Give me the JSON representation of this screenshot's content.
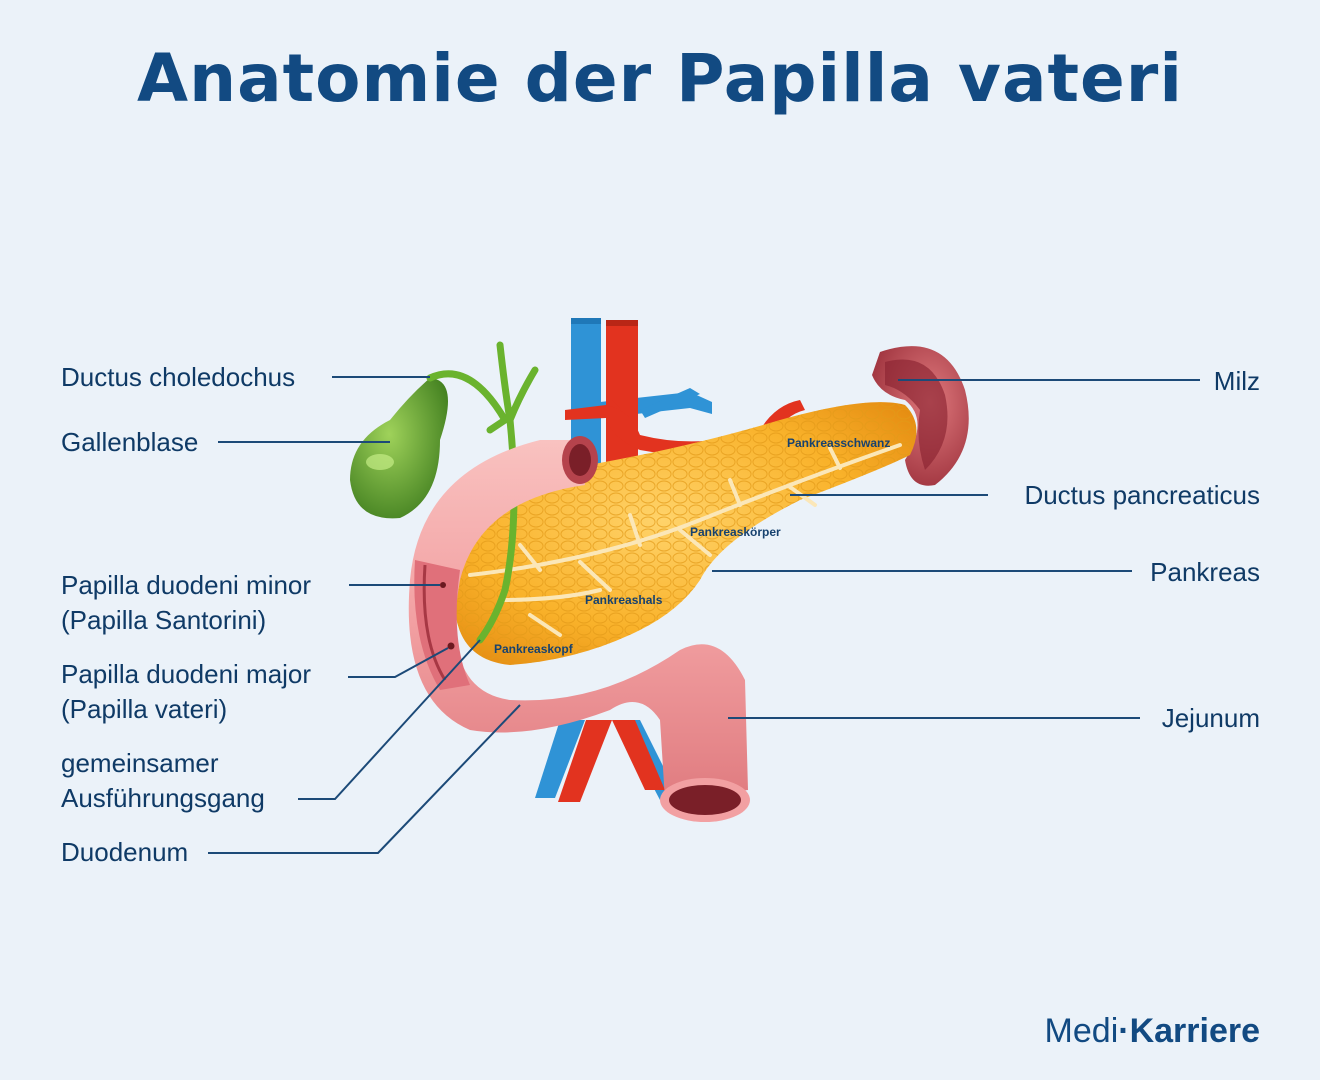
{
  "title": "Anatomie der Papilla vateri",
  "labels_left": {
    "ductus_choledochus": "Ductus choledochus",
    "gallenblase": "Gallenblase",
    "papilla_minor_line1": "Papilla duodeni minor",
    "papilla_minor_line2": "(Papilla Santorini)",
    "papilla_major_line1": "Papilla duodeni major",
    "papilla_major_line2": "(Papilla vateri)",
    "gemeinsamer_line1": "gemeinsamer",
    "gemeinsamer_line2": "Ausführungsgang",
    "duodenum": "Duodenum"
  },
  "labels_right": {
    "milz": "Milz",
    "ductus_pancreaticus": "Ductus pancreaticus",
    "pankreas": "Pankreas",
    "jejunum": "Jejunum"
  },
  "pancreas_regions": {
    "schwanz": "Pankreasschwanz",
    "koerper": "Pankreaskörper",
    "hals": "Pankreashals",
    "kopf": "Pankreaskopf"
  },
  "brand": {
    "part1": "Medi",
    "separator": "·",
    "part2": "Karriere"
  },
  "colors": {
    "title": "#124a82",
    "label_text": "#0f3a66",
    "leader_line": "#1c4a78",
    "background": "#ebf2f9",
    "pancreas": "#f6a91c",
    "duodenum": "#f2a0a2",
    "vein": "#2f93d6",
    "artery": "#e2331f",
    "gallbladder": "#5aa02c",
    "spleen": "#c2454e"
  }
}
